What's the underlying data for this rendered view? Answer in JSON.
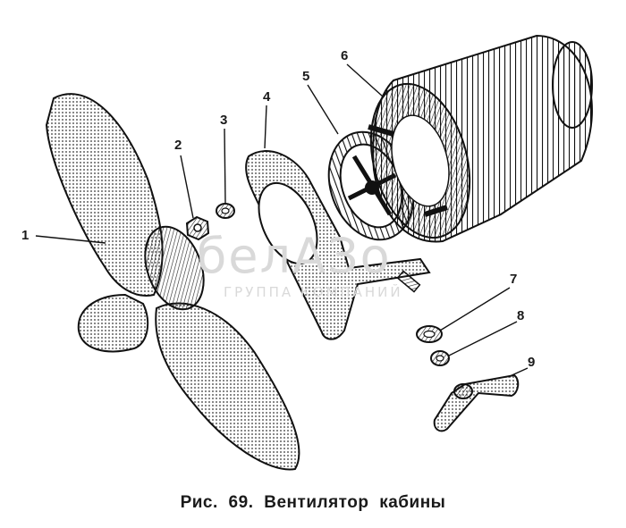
{
  "figure": {
    "caption": "Рис. 69. Вентилятор кабины",
    "watermark": {
      "logo": "белАЗо",
      "subtitle": "ГРУППА КОМПАНИЙ"
    },
    "callouts": [
      "1",
      "2",
      "3",
      "4",
      "5",
      "6",
      "7",
      "8",
      "9"
    ],
    "parts": [
      "propeller",
      "nut",
      "washer",
      "bracket",
      "cover",
      "motor",
      "washer",
      "lock-washer",
      "wing-nut"
    ]
  }
}
